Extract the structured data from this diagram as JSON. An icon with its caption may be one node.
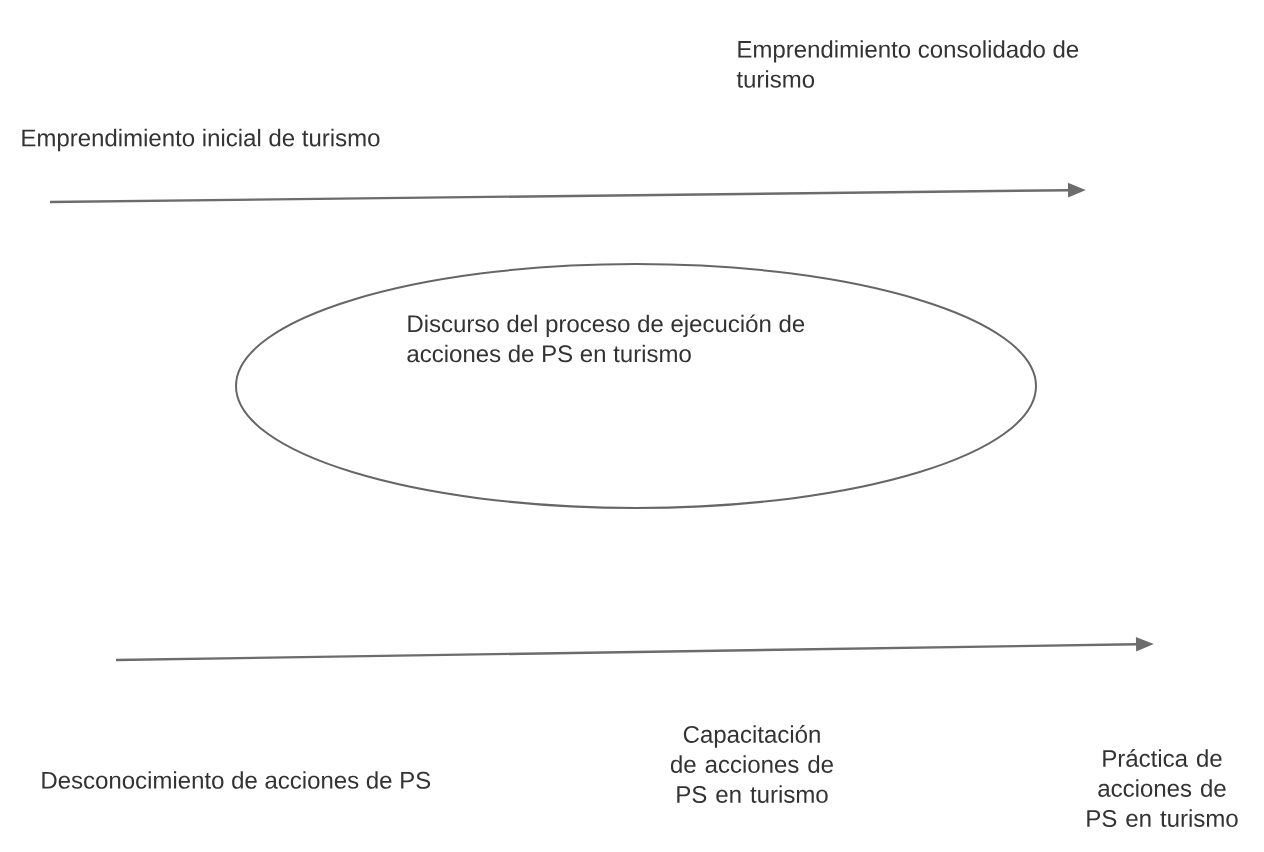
{
  "diagram": {
    "nodes": [
      {
        "text": [
          "Discurso del proceso de ejecución de acciones de PS en turismo"
        ]
      }
    ],
    "labels": [
      "Emprendimiento inicial de turismo",
      "Emprendimiento consolidado de turismo",
      "Desconocimiento de acciones de PS",
      "Capacitación de acciones de PS en turismo",
      "Práctica de acciones de PS en turismo"
    ]
  }
}
